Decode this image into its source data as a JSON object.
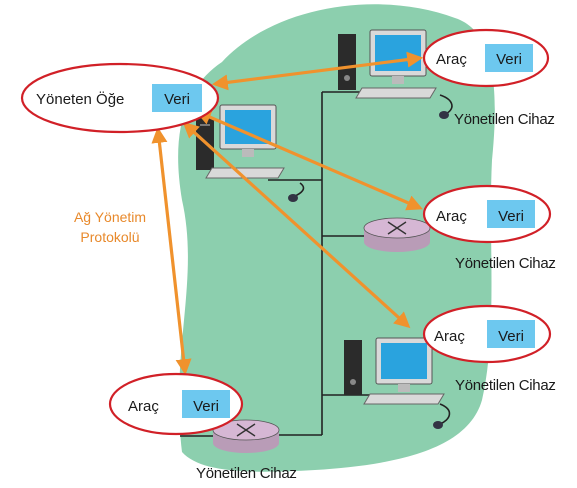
{
  "manager": {
    "name": "Yöneten Öğe",
    "data_label": "Veri"
  },
  "agents": [
    {
      "agent_label": "Araç",
      "data_label": "Veri",
      "device_caption": "Yönetilen Cihaz"
    },
    {
      "agent_label": "Araç",
      "data_label": "Veri",
      "device_caption": "Yönetilen Cihaz"
    },
    {
      "agent_label": "Araç",
      "data_label": "Veri",
      "device_caption": "Yönetilen Cihaz"
    },
    {
      "agent_label": "Araç",
      "data_label": "Veri",
      "device_caption": "Yönetilen Cihaz"
    }
  ],
  "protocol": {
    "line1": "Ağ Yönetim",
    "line2": "Protokolü"
  },
  "colors": {
    "network_region": "#8ccfae",
    "ellipse_stroke": "#d12027",
    "data_box": "#6dc8ef",
    "arrow": "#f0922d",
    "router": "#d6b7d4",
    "monitor_screen": "#2aa3de"
  }
}
